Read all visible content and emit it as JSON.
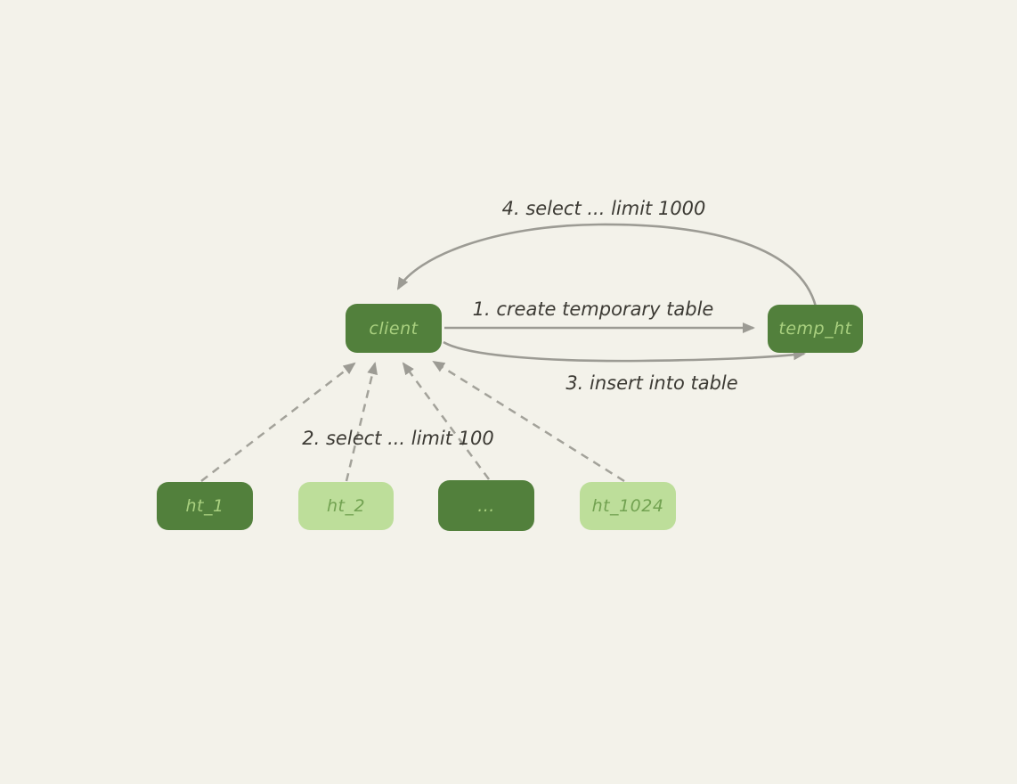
{
  "colors": {
    "background": "#f3f2ea",
    "node_dark_fill": "#52803c",
    "node_light_fill": "#bdde9a",
    "node_dark_text": "#a9d07f",
    "node_light_text": "#72a251",
    "arrow": "#9c9b94",
    "label_text": "#3c3a34"
  },
  "diagram": {
    "nodes": [
      {
        "id": "client",
        "label": "client",
        "variant": "dark"
      },
      {
        "id": "temp_ht",
        "label": "temp_ht",
        "variant": "dark"
      },
      {
        "id": "ht_1",
        "label": "ht_1",
        "variant": "dark"
      },
      {
        "id": "ht_2",
        "label": "ht_2",
        "variant": "light"
      },
      {
        "id": "dots",
        "label": "...",
        "variant": "dark"
      },
      {
        "id": "ht_1024",
        "label": "ht_1024",
        "variant": "light"
      }
    ],
    "edges": [
      {
        "id": "create-temporary-table",
        "label": "1. create temporary table",
        "style": "solid",
        "from": "client",
        "to": "temp_ht"
      },
      {
        "id": "select-limit-100",
        "label": "2. select ... limit 100",
        "style": "dashed",
        "from": "hash-tables",
        "to": "client"
      },
      {
        "id": "insert-into-table",
        "label": "3. insert into table",
        "style": "solid",
        "from": "client",
        "to": "temp_ht"
      },
      {
        "id": "select-limit-1000",
        "label": "4. select ... limit 1000",
        "style": "solid",
        "from": "temp_ht",
        "to": "client"
      }
    ]
  }
}
